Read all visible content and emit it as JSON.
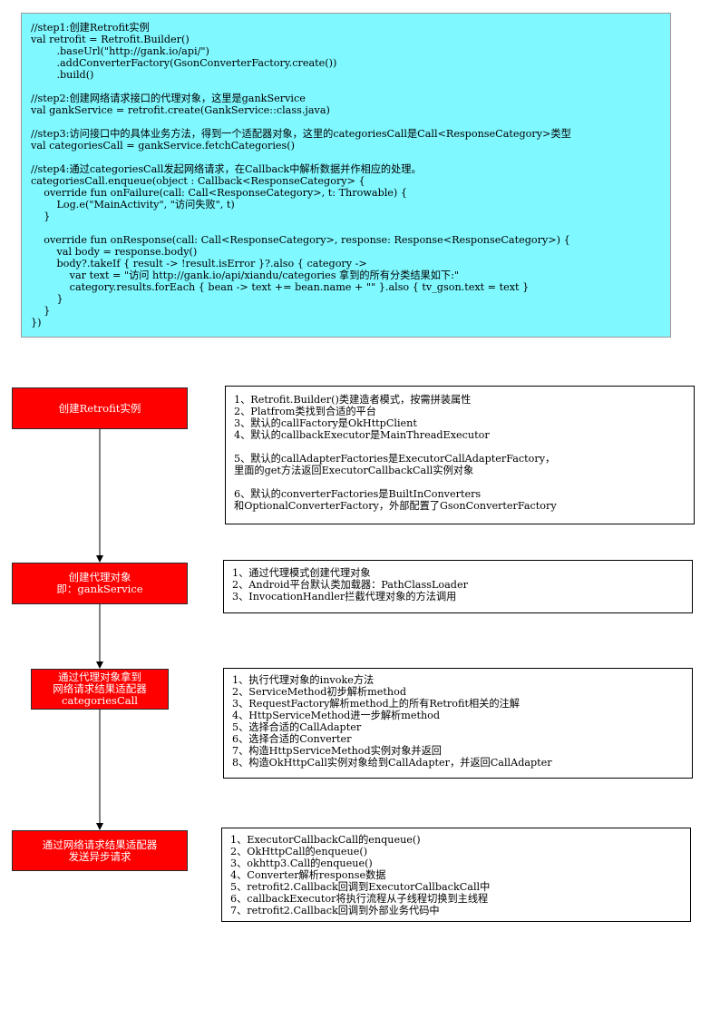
{
  "code": {
    "lines": [
      "//step1:创建Retrofit实例",
      "val retrofit = Retrofit.Builder()",
      "        .baseUrl(\"http://gank.io/api/\")",
      "        .addConverterFactory(GsonConverterFactory.create())",
      "        .build()",
      "",
      "//step2:创建网络请求接口的代理对象，这里是gankService",
      "val gankService = retrofit.create(GankService::class.java)",
      "",
      "//step3:访问接口中的具体业务方法，得到一个适配器对象，这里的categoriesCall是Call<ResponseCategory>类型",
      "val categoriesCall = gankService.fetchCategories()",
      "",
      "//step4:通过categoriesCall发起网络请求，在Callback中解析数据并作相应的处理。",
      "categoriesCall.enqueue(object : Callback<ResponseCategory> {",
      "    override fun onFailure(call: Call<ResponseCategory>, t: Throwable) {",
      "        Log.e(\"MainActivity\", \"访问失败\", t)",
      "    }",
      "",
      "    override fun onResponse(call: Call<ResponseCategory>, response: Response<ResponseCategory>) {",
      "        val body = response.body()",
      "        body?.takeIf { result -> !result.isError }?.also { category ->",
      "            var text = \"访问 http://gank.io/api/xiandu/categories 拿到的所有分类结果如下:\"",
      "            category.results.forEach { bean -> text += bean.name + \"\" }.also { tv_gson.text = text }",
      "        }",
      "    }",
      "})"
    ]
  },
  "steps": [
    {
      "box": [
        "创建Retrofit实例"
      ],
      "notes": [
        "1、Retrofit.Builder()类建造者模式，按需拼装属性",
        "2、Platfrom类找到合适的平台",
        "3、默认的callFactory是OkHttpClient",
        "4、默认的callbackExecutor是MainThreadExecutor",
        "",
        "5、默认的callAdapterFactories是ExecutorCallAdapterFactory，",
        "里面的get方法返回ExecutorCallbackCall实例对象",
        "",
        "6、默认的converterFactories是BuiltInConverters",
        "和OptionalConverterFactory，外部配置了GsonConverterFactory"
      ]
    },
    {
      "box": [
        "创建代理对象",
        "即：gankService"
      ],
      "notes": [
        "1、通过代理模式创建代理对象",
        "2、Android平台默认类加载器：PathClassLoader",
        "3、InvocationHandler拦截代理对象的方法调用"
      ]
    },
    {
      "box": [
        "通过代理对象拿到",
        "网络请求结果适配器",
        "categoriesCall"
      ],
      "notes": [
        "1、执行代理对象的invoke方法",
        "2、ServiceMethod初步解析method",
        "3、RequestFactory解析method上的所有Retrofit相关的注解",
        "4、HttpServiceMethod进一步解析method",
        "5、选择合适的CallAdapter",
        "6、选择合适的Converter",
        "7、构造HttpServiceMethod实例对象并返回",
        "8、构造OkHttpCall实例对象给到CallAdapter，并返回CallAdapter"
      ]
    },
    {
      "box": [
        "通过网络请求结果适配器",
        "发送异步请求"
      ],
      "notes": [
        "1、ExecutorCallbackCall的enqueue()",
        "2、OkHttpCall的enqueue()",
        "3、okhttp3.Call的enqueue()",
        "4、Converter解析response数据",
        "5、retrofit2.Callback回调到ExecutorCallbackCall中",
        "6、callbackExecutor将执行流程从子线程切换到主线程",
        "7、retrofit2.Callback回调到外部业务代码中"
      ]
    }
  ],
  "colors": {
    "code_background": "#7ff8ff",
    "step_fill": "#ff0000",
    "step_text": "#ffffff"
  }
}
